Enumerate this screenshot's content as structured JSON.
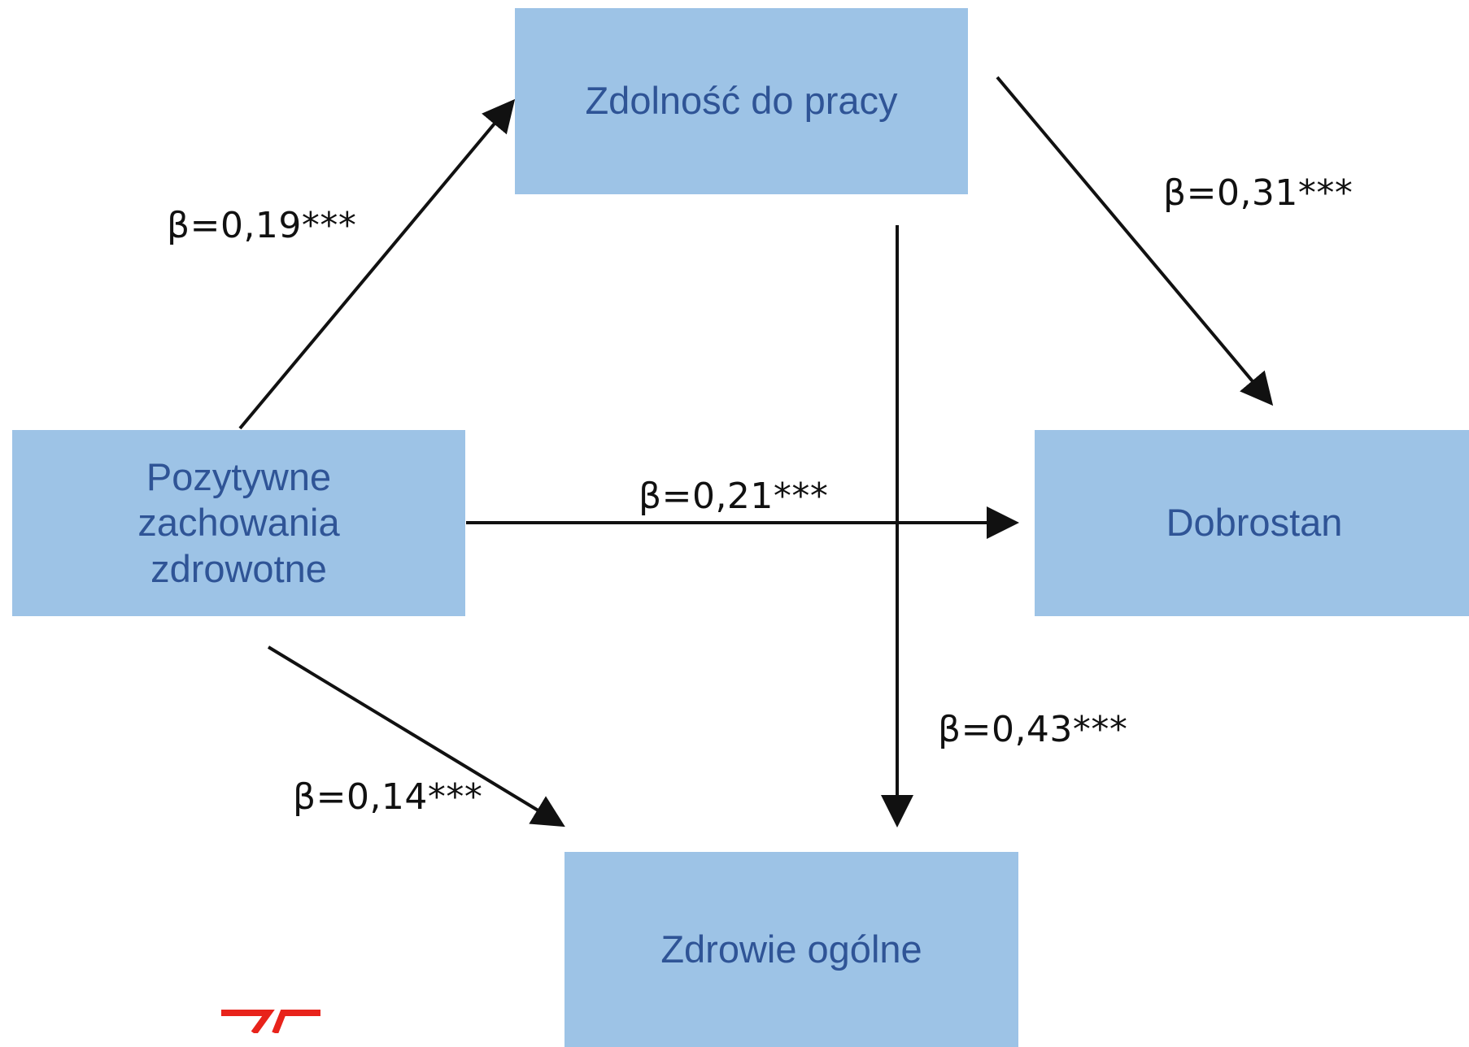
{
  "nodes": {
    "work_ability": "Zdolność do pracy",
    "health_behaviors": "Pozytywne\nzachowania\nzdrowotne",
    "wellbeing": "Dobrostan",
    "general_health": "Zdrowie ogólne"
  },
  "edges": {
    "hb_to_wa": "β=0,19***",
    "wa_to_wb": "β=0,31***",
    "hb_to_wb": "β=0,21***",
    "wa_to_gh": "β=0,43***",
    "hb_to_gh": "β=0,14***"
  },
  "colors": {
    "node_fill": "#9dc3e6",
    "node_text": "#2f5496",
    "arrow": "#111111",
    "logo": "#e8231b"
  }
}
